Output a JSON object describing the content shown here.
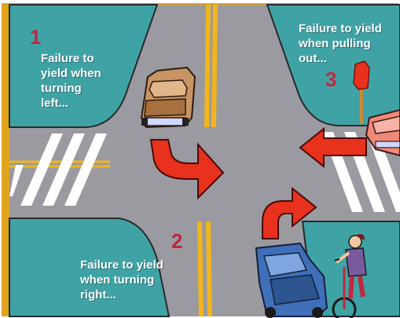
{
  "scenarios": [
    {
      "number": "1",
      "lines": [
        "Failure to",
        "yield when",
        "turning",
        "left..."
      ]
    },
    {
      "number": "2",
      "lines": [
        "Failure to yield",
        "when turning",
        "right..."
      ]
    },
    {
      "number": "3",
      "lines": [
        "Failure to yield",
        "when pulling",
        "out..."
      ]
    }
  ],
  "colors": {
    "sidewalk": "#3fa3a6",
    "road": "#9a9aa0",
    "center_line": "#f2b51b",
    "arrow": "#e8321e",
    "number": "#c0283d",
    "frame": "#e0a41e"
  },
  "icons": [
    "brown-car-icon",
    "blue-car-icon",
    "pink-car-icon",
    "cyclist-icon",
    "stop-sign-icon",
    "turn-arrow-icon"
  ]
}
